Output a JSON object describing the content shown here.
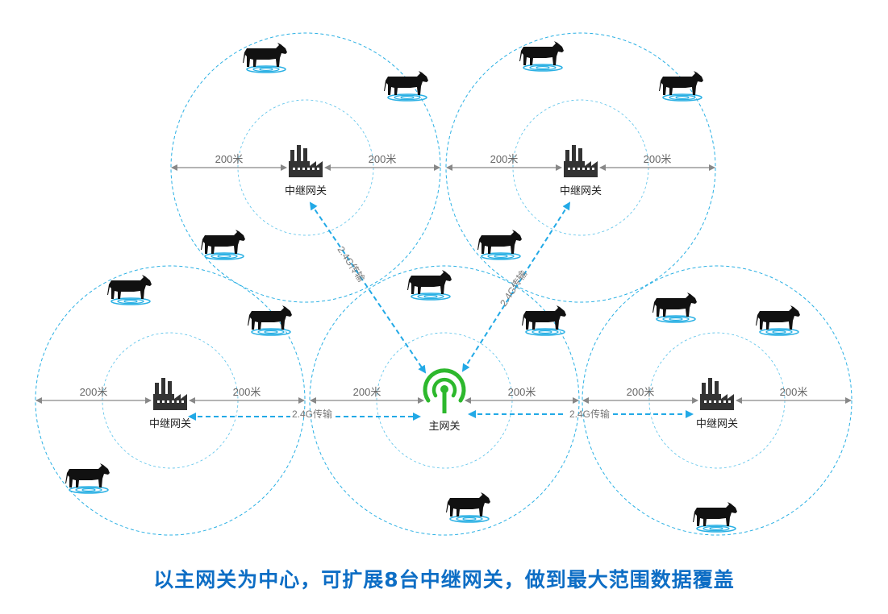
{
  "colors": {
    "coverage_circle": "#2ab0e4",
    "arrow": "#22a9e6",
    "dimension_arrow": "#888888",
    "main_gateway": "#2db82d",
    "factory": "#333333",
    "cow": "#111111",
    "ripple": "#2ab0e4",
    "caption": "#0e6ec5"
  },
  "main_gateway": {
    "label": "主网关",
    "icon": "wireless-tower-icon"
  },
  "relay_gateways": [
    {
      "id": "top-left",
      "label": "中继网关",
      "icon": "factory-icon"
    },
    {
      "id": "top-right",
      "label": "中继网关",
      "icon": "factory-icon"
    },
    {
      "id": "left",
      "label": "中继网关",
      "icon": "factory-icon"
    },
    {
      "id": "right",
      "label": "中继网关",
      "icon": "factory-icon"
    }
  ],
  "distance_label": "200米",
  "link_label": "2.4G传输",
  "cow_icon": "cow-icon",
  "caption": "以主网关为中心，可扩展8台中继网关，做到最大范围数据覆盖"
}
